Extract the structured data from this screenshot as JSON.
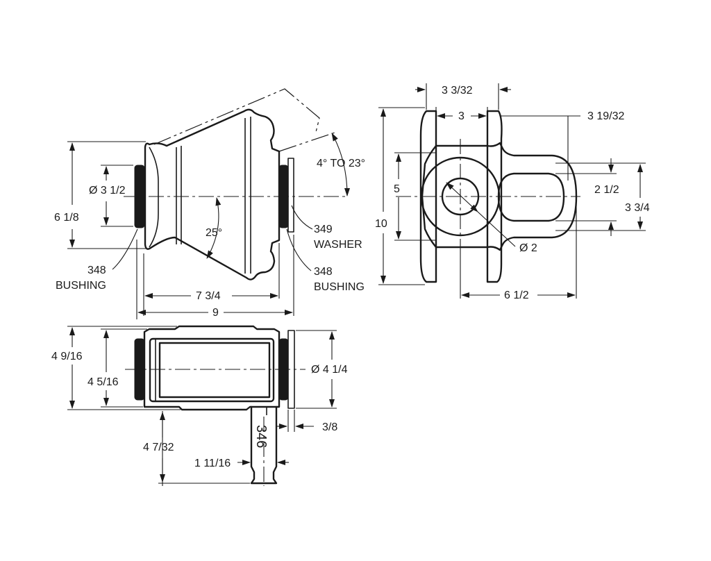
{
  "side_view": {
    "dia_small": "Ø 3 1/2",
    "height": "6 1/8",
    "length_body": "7 3/4",
    "length_total": "9",
    "cone_angle": "25°",
    "swing_angle": "4° TO 23°",
    "washer_number": "349",
    "washer_name": "WASHER",
    "bushing_left_number": "348",
    "bushing_left_name": "BUSHING",
    "bushing_right_number": "348",
    "bushing_right_name": "BUSHING"
  },
  "end_view": {
    "width_outer": "3 3/32",
    "width_inner": "3",
    "offset": "3 19/32",
    "height_total": "10",
    "height_inner": "5",
    "slot_width": "2 1/2",
    "slot_outer": "3 3/4",
    "bore_dia": "Ø 2",
    "length": "6 1/2"
  },
  "section_view": {
    "height_outer": "4 9/16",
    "height_inner": "4 5/16",
    "dia_washer": "Ø 4 1/4",
    "washer_thickness": "3/8",
    "part_number": "346",
    "tab_offset": "4 7/32",
    "tab_width": "1 11/16"
  }
}
